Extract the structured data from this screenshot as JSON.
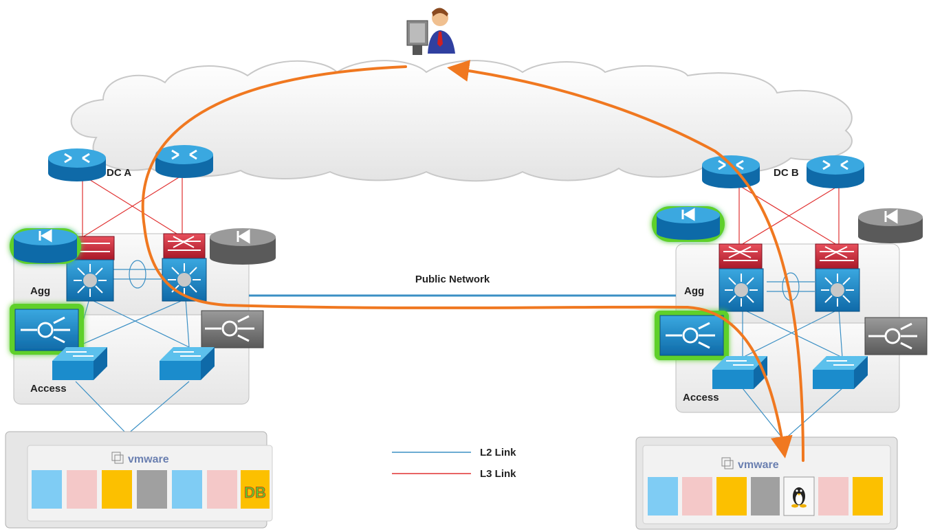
{
  "dc_a": {
    "name": "DC A",
    "agg_label": "Agg",
    "access_label": "Access",
    "vmware_label": "vmware",
    "db_label": "DB"
  },
  "dc_b": {
    "name": "DC B",
    "agg_label": "Agg",
    "access_label": "Access",
    "vmware_label": "vmware"
  },
  "public_network_label": "Public Network",
  "legend": {
    "l2": "L2 Link",
    "l3": "L3 Link"
  },
  "colors": {
    "l2_link": "#3a8fc4",
    "l3_link": "#e03030",
    "flow_arrow": "#f07820",
    "device_blue": "#1e8cc8",
    "firewall_red": "#d02a3c",
    "highlight_green": "#5fd02a",
    "inactive_gray": "#7a7a7a"
  },
  "icons": [
    "user-workstation-icon",
    "cloud-icon",
    "router-icon",
    "firewall-icon",
    "nexus-switch-icon",
    "load-balancer-icon",
    "server-load-balancer-icon",
    "access-switch-icon",
    "vmware-logo-icon",
    "linux-tux-icon"
  ]
}
